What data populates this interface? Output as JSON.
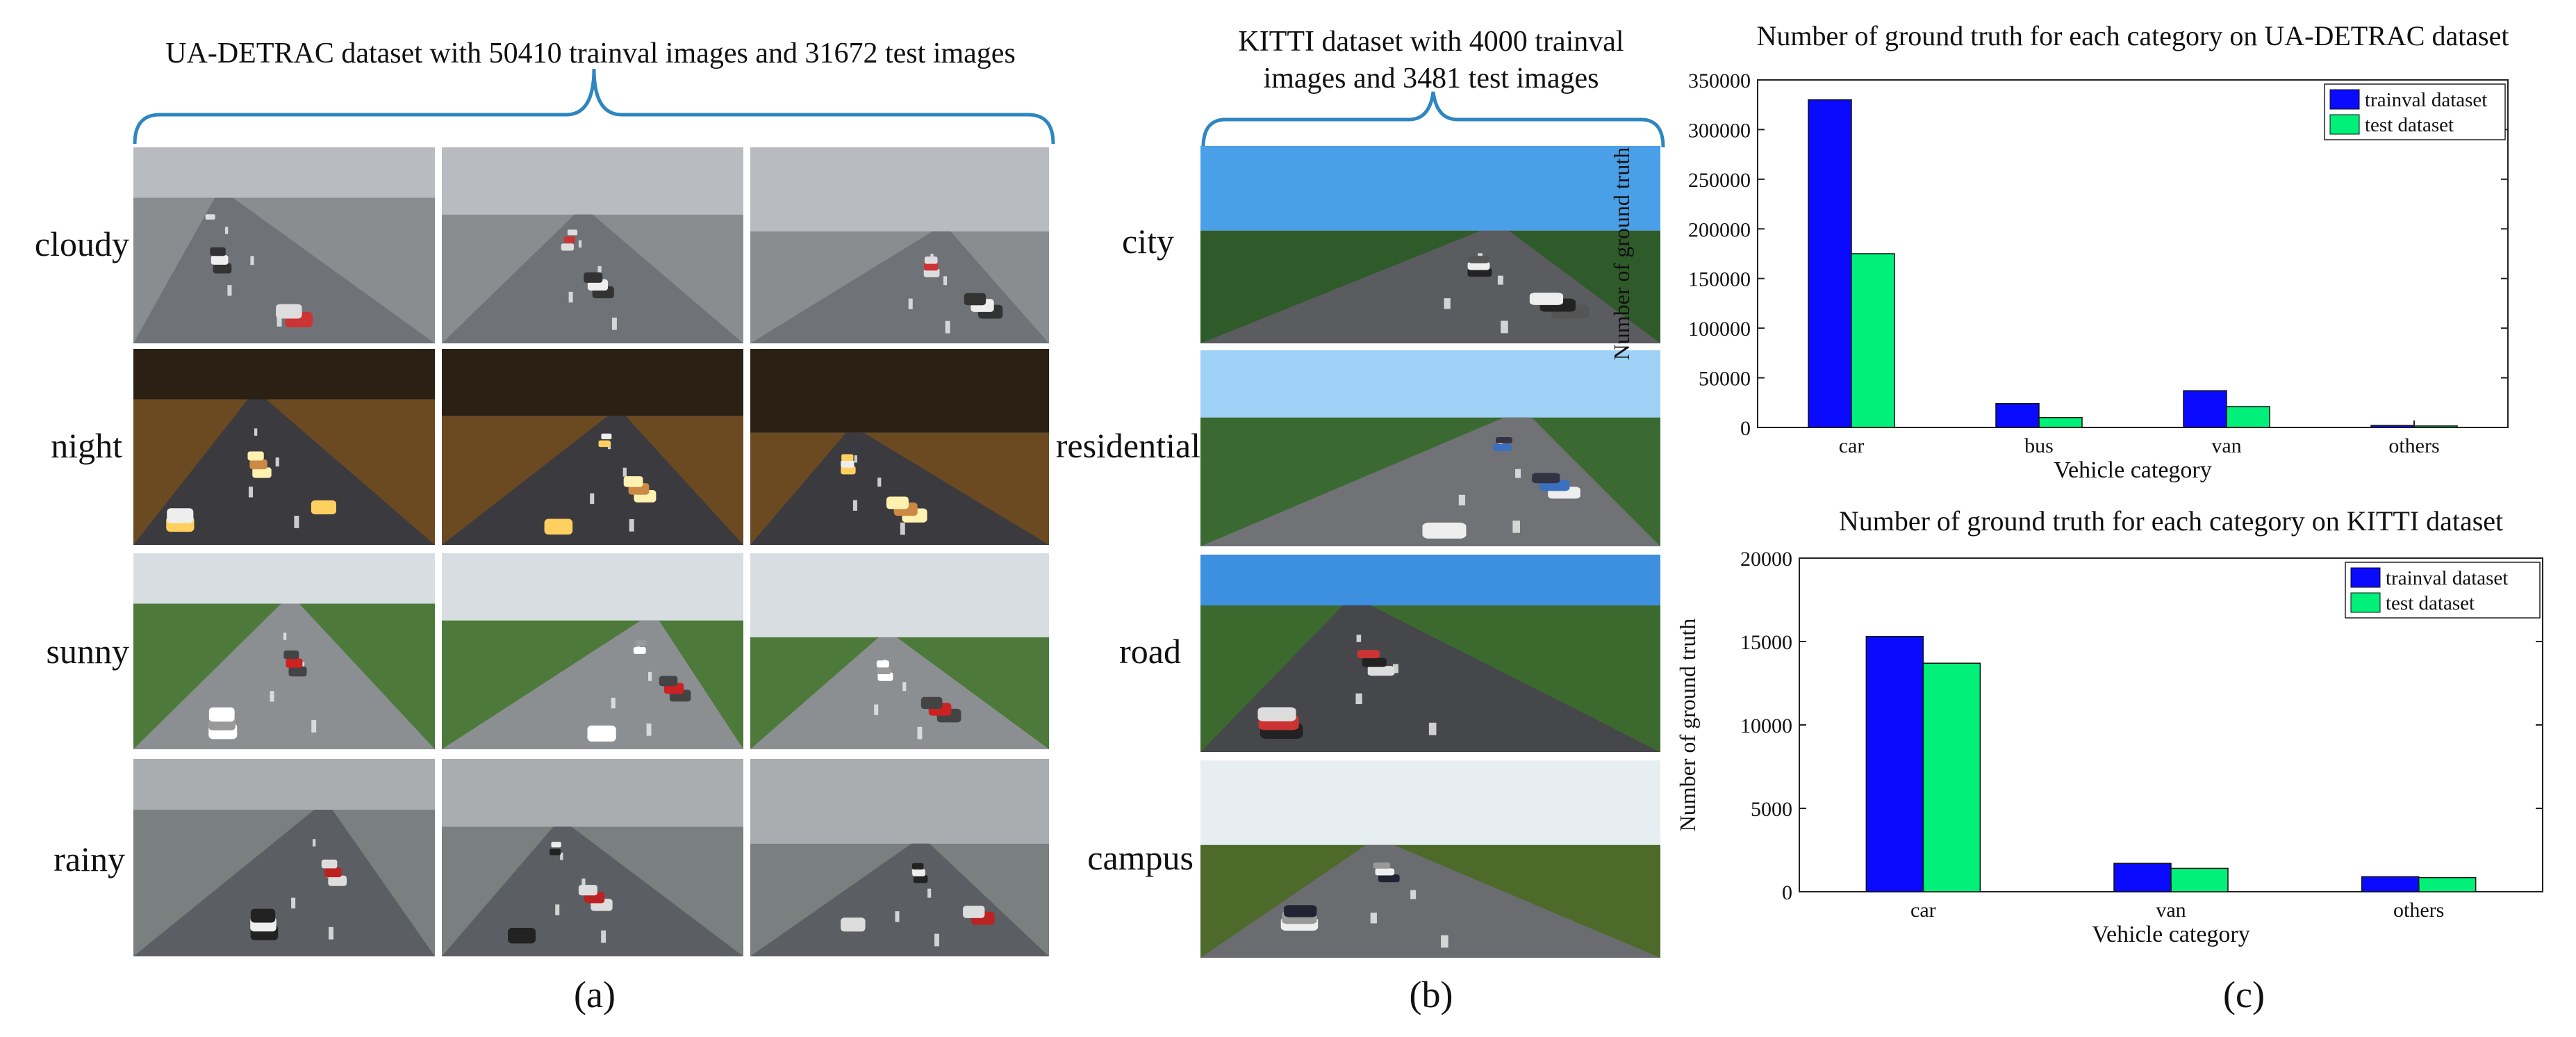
{
  "panel_a": {
    "title": "UA-DETRAC dataset with 50410 trainval images and 31672 test images",
    "rows": [
      "cloudy",
      "night",
      "sunny",
      "rainy"
    ],
    "caption": "(a)"
  },
  "panel_b": {
    "title_line1": "KITTI dataset with 4000 trainval",
    "title_line2": "images and 3481 test images",
    "rows": [
      "city",
      "residential",
      "road",
      "campus"
    ],
    "caption": "(b)"
  },
  "panel_c": {
    "caption": "(c)"
  },
  "colors": {
    "trainval": "#0a0aff",
    "test": "#00f07a",
    "bracket": "#2e86c1"
  },
  "chart_data": [
    {
      "type": "bar",
      "title": "Number of ground truth for each category on UA-DETRAC dataset",
      "xlabel": "Vehicle category",
      "ylabel": "Number of ground truth",
      "categories": [
        "car",
        "bus",
        "van",
        "others"
      ],
      "series": [
        {
          "name": "trainval dataset",
          "values": [
            330000,
            24000,
            37000,
            2000
          ]
        },
        {
          "name": "test dataset",
          "values": [
            175000,
            10000,
            21000,
            1500
          ]
        }
      ],
      "ylim": [
        0,
        350000
      ],
      "yticks": [
        "0",
        "50000",
        "100000",
        "150000",
        "200000",
        "250000",
        "300000",
        "350000"
      ],
      "ytick_values": [
        0,
        50000,
        100000,
        150000,
        200000,
        250000,
        300000,
        350000
      ],
      "legend": "top-right",
      "grid": false
    },
    {
      "type": "bar",
      "title": "Number of ground truth for each category on KITTI dataset",
      "xlabel": "Vehicle category",
      "ylabel": "Number of ground truth",
      "categories": [
        "car",
        "van",
        "others"
      ],
      "series": [
        {
          "name": "trainval dataset",
          "values": [
            15300,
            1700,
            900
          ]
        },
        {
          "name": "test dataset",
          "values": [
            13700,
            1400,
            850
          ]
        }
      ],
      "ylim": [
        0,
        20000
      ],
      "yticks": [
        "0",
        "5000",
        "10000",
        "15000",
        "20000"
      ],
      "ytick_values": [
        0,
        5000,
        10000,
        15000,
        20000
      ],
      "legend": "top-right",
      "grid": false
    }
  ]
}
